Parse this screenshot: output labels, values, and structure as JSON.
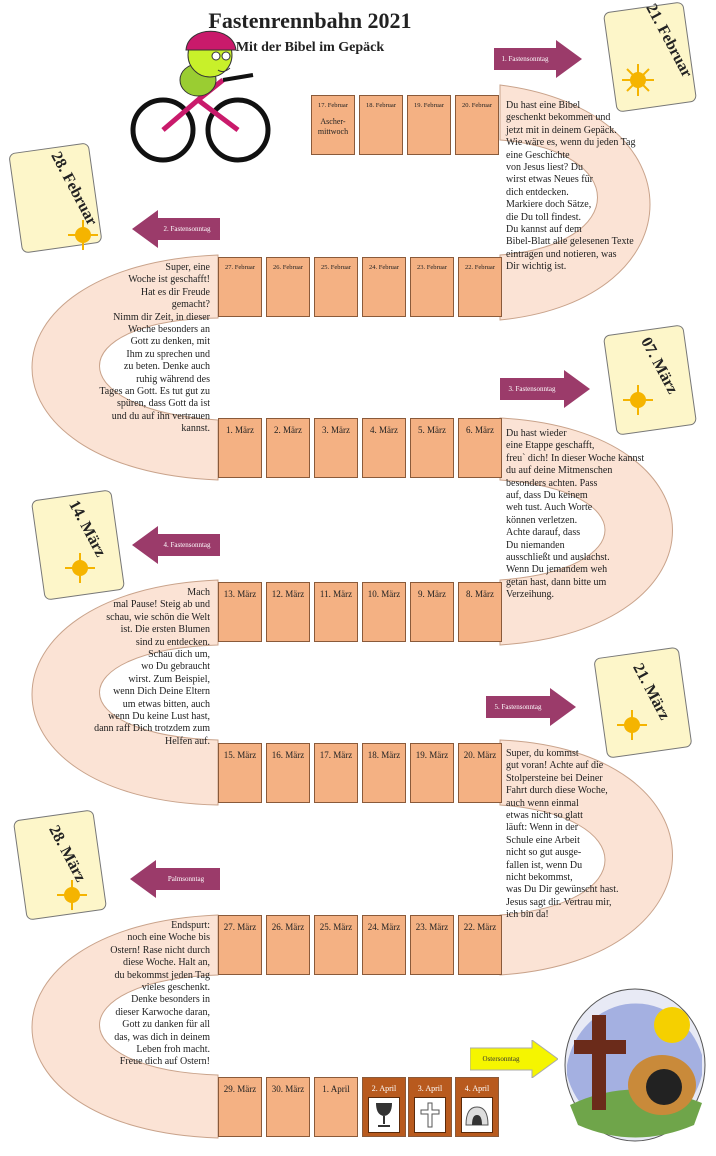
{
  "header": {
    "title": "Fastenrennbahn 2021",
    "subtitle": "Mit der Bibel im Gepäck"
  },
  "scrolls": [
    {
      "date": "21. Februar"
    },
    {
      "date": "28. Februar"
    },
    {
      "date": "07. März"
    },
    {
      "date": "14. März"
    },
    {
      "date": "21. März"
    },
    {
      "date": "28. März"
    }
  ],
  "arrows": [
    {
      "label": "1. Fastensonntag"
    },
    {
      "label": "2. Fastensonntag"
    },
    {
      "label": "3. Fastensonntag"
    },
    {
      "label": "4. Fastensonntag"
    },
    {
      "label": "5. Fastensonntag"
    },
    {
      "label": "Palmsonntag"
    },
    {
      "label": "Ostersonntag"
    }
  ],
  "row1": [
    {
      "label": "17. Februar",
      "sub": "Ascher-\nmittwoch"
    },
    {
      "label": "18. Februar"
    },
    {
      "label": "19. Februar"
    },
    {
      "label": "20. Februar"
    }
  ],
  "row2": [
    {
      "label": "27. Februar"
    },
    {
      "label": "26. Februar"
    },
    {
      "label": "25. Februar"
    },
    {
      "label": "24. Februar"
    },
    {
      "label": "23. Februar"
    },
    {
      "label": "22. Februar"
    }
  ],
  "row3": [
    {
      "label": "1. März"
    },
    {
      "label": "2. März"
    },
    {
      "label": "3. März"
    },
    {
      "label": "4. März"
    },
    {
      "label": "5. März"
    },
    {
      "label": "6. März"
    }
  ],
  "row4": [
    {
      "label": "13. März"
    },
    {
      "label": "12. März"
    },
    {
      "label": "11. März"
    },
    {
      "label": "10. März"
    },
    {
      "label": "9. März"
    },
    {
      "label": "8. März"
    }
  ],
  "row5": [
    {
      "label": "15. März"
    },
    {
      "label": "16. März"
    },
    {
      "label": "17. März"
    },
    {
      "label": "18. März"
    },
    {
      "label": "19. März"
    },
    {
      "label": "20. März"
    }
  ],
  "row6": [
    {
      "label": "27. März"
    },
    {
      "label": "26. März"
    },
    {
      "label": "25. März"
    },
    {
      "label": "24. März"
    },
    {
      "label": "23. März"
    },
    {
      "label": "22. März"
    }
  ],
  "row7": [
    {
      "label": "29. März"
    },
    {
      "label": "30. März"
    },
    {
      "label": "1. April"
    },
    {
      "label": "2. April"
    },
    {
      "label": "3. April"
    },
    {
      "label": "4. April"
    }
  ],
  "texts": {
    "t1": "Du hast eine Bibel\ngeschenkt bekommen und\njetzt mit in deinem Gepäck.\nWie wäre es, wenn du jeden Tag\neine Geschichte\nvon Jesus liest? Du\nwirst etwas Neues für\ndich entdecken.\nMarkiere doch Sätze,\ndie Du toll findest.\nDu kannst auf dem\nBibel-Blatt alle gelesenen Texte\neintragen und notieren, was\nDir wichtig ist.",
    "t2": "Super, eine\nWoche ist geschafft!\nHat es dir Freude\ngemacht?\nNimm dir Zeit, in dieser\nWoche besonders an\nGott zu denken, mit\nIhm zu sprechen und\nzu beten. Denke auch\nruhig während des\nTages an Gott. Es tut gut zu\nspüren, dass Gott da ist\nund du auf ihn vertrauen\nkannst.",
    "t3": "Du hast wieder\neine Etappe geschafft,\nfreu` dich! In dieser Woche kannst\ndu auf deine Mitmenschen\nbesonders achten. Pass\nauf, dass Du keinem\nweh tust. Auch Worte\nkönnen verletzen.\nAchte darauf, dass\nDu niemanden\nausschließt und auslachst.\nWenn Du jemandem weh\ngetan hast, dann bitte um\nVerzeihung.",
    "t4": "Mach\nmal Pause! Steig ab und\nschau, wie schön die Welt\nist. Die ersten Blumen\nsind zu entdecken.\nSchau dich um,\nwo Du gebraucht\nwirst. Zum Beispiel,\nwenn Dich Deine Eltern\num etwas bitten, auch\nwenn Du keine Lust hast,\ndann raff Dich trotzdem zum\nHelfen auf.",
    "t5": "Super, du kommst\ngut voran! Achte auf die\nStolpersteine bei Deiner\nFahrt durch diese Woche,\nauch wenn einmal\netwas nicht so glatt\nläuft: Wenn in der\nSchule eine Arbeit\nnicht so gut ausge-\nfallen ist, wenn Du\nnicht bekommst,\nwas Du Dir gewünscht hast.\nJesus sagt dir. Vertrau mir,\nich bin da!",
    "t6": "Endspurt:\nnoch eine Woche bis\nOstern! Rase nicht durch\ndiese Woche. Halt an,\ndu bekommst jeden Tag\nvieles geschenkt.\nDenke besonders in\ndieser Karwoche daran,\nGott zu danken für all\ndas, was dich in deinem\nLeben froh macht.\nFreue dich auf Ostern!"
  },
  "colors": {
    "track": "#fbe3d5",
    "box": "#f4b183",
    "arrow": "#9b3b6a",
    "easter_arrow": "#f5f500"
  },
  "icons": [
    "cyclist-illustration",
    "sun-icon",
    "chalice-icon",
    "cross-icon",
    "empty-tomb-icon",
    "easter-cross-illustration"
  ]
}
